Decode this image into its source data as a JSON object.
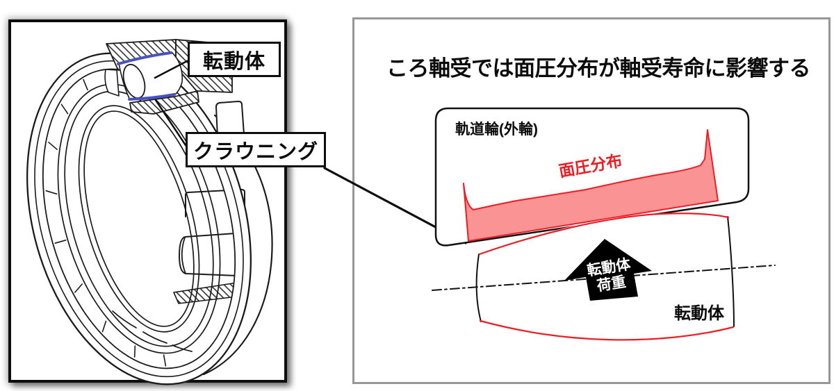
{
  "left_panel": {
    "description": "isometric cutaway drawing of a cylindrical roller bearing",
    "callouts": {
      "rolling_element": "転動体",
      "crowning": "クラウニング"
    },
    "colors": {
      "crowning_highlight_blue": "#4a52c2",
      "line_black": "#1a1a1a",
      "panel_border": "#0d0d0d"
    }
  },
  "right_panel": {
    "title": "ころ軸受では面圧分布が軸受寿命に影響する",
    "outer_ring_label": "軌道輪(外輪)",
    "pressure_label": "面圧分布",
    "load_arrow_label_line1": "転動体",
    "load_arrow_label_line2": "荷重",
    "roller_label": "転動体",
    "colors": {
      "pressure_fill": "#f98080",
      "pressure_stroke": "#ed1c24",
      "roller_edge_red": "#ed1c24",
      "arrow_fill": "#000000",
      "panel_border": "#979797",
      "centerline": "#111111"
    }
  }
}
